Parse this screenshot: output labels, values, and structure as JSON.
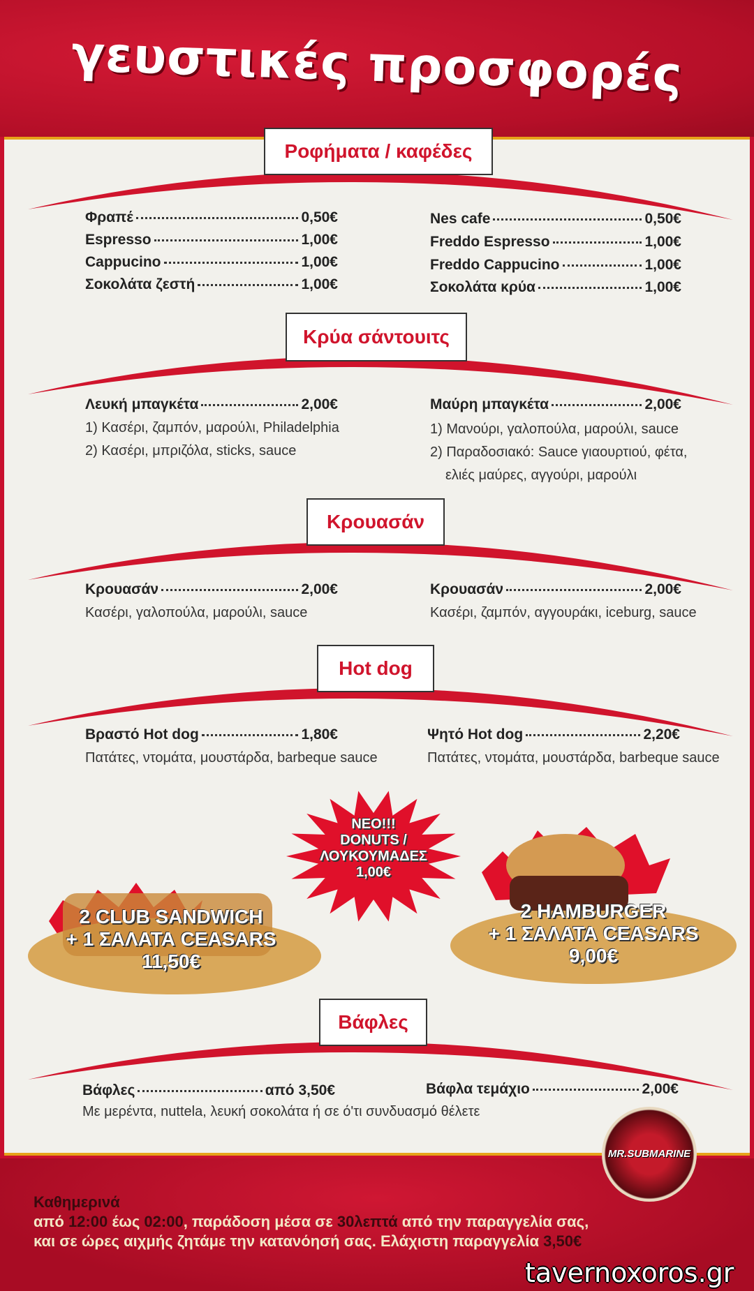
{
  "title": "γευστικές προσφορές",
  "sections": {
    "coffee": {
      "heading": "Ροφήματα / καφέδες",
      "left": [
        {
          "name": "Φραπέ",
          "price": "0,50€"
        },
        {
          "name": "Espresso",
          "price": "1,00€"
        },
        {
          "name": "Cappucino",
          "price": "1,00€"
        },
        {
          "name": "Σοκολάτα ζεστή",
          "price": "1,00€"
        }
      ],
      "right": [
        {
          "name": "Nes cafe",
          "price": "0,50€"
        },
        {
          "name": "Freddo Espresso",
          "price": "1,00€"
        },
        {
          "name": "Freddo Cappucino",
          "price": "1,00€"
        },
        {
          "name": "Σοκολάτα κρύα",
          "price": "1,00€"
        }
      ]
    },
    "sandwiches": {
      "heading": "Κρύα σάντουιτς",
      "left": {
        "name": "Λευκή μπαγκέτα",
        "price": "2,00€",
        "desc": [
          "1) Κασέρι, ζαμπόν, μαρούλι, Philadelphia",
          "2) Κασέρι, μπριζόλα, sticks, sauce"
        ]
      },
      "right": {
        "name": "Μαύρη μπαγκέτα",
        "price": "2,00€",
        "desc": [
          "1) Μανούρι, γαλοπούλα, μαρούλι, sauce",
          "2) Παραδοσιακό: Sauce γιαουρτιού, φέτα,",
          "ελιές μαύρες, αγγούρι, μαρούλι"
        ]
      }
    },
    "croissant": {
      "heading": "Κρουασάν",
      "left": {
        "name": "Κρουασάν",
        "price": "2,00€",
        "desc": "Κασέρι, γαλοπούλα, μαρούλι, sauce"
      },
      "right": {
        "name": "Κρουασάν",
        "price": "2,00€",
        "desc": "Κασέρι, ζαμπόν, αγγουράκι, iceburg, sauce"
      }
    },
    "hotdog": {
      "heading": "Hot dog",
      "left": {
        "name": "Βραστό Hot dog",
        "price": "1,80€",
        "desc": "Πατάτες, ντομάτα, μουστάρδα, barbeque sauce"
      },
      "right": {
        "name": "Ψητό Hot dog",
        "price": "2,20€",
        "desc": "Πατάτες, ντομάτα, μουστάρδα, barbeque sauce"
      }
    },
    "waffles": {
      "heading": "Βάφλες",
      "left": {
        "name": "Βάφλες",
        "price": "από 3,50€",
        "desc": "Με μερέντα, nuttela, λευκή σοκολάτα ή σε ό'τι συνδυασμό θέλετε"
      },
      "right": {
        "name": "Βάφλα τεμάχιο",
        "price": "2,00€"
      }
    }
  },
  "promos": {
    "club": [
      "2 CLUB SANDWICH",
      "+ 1 ΣΑΛΑΤΑ CEASARS",
      "11,50€"
    ],
    "donuts": [
      "NEO!!!",
      "DONUTS /",
      "ΛΟΥΚΟΥΜΑΔΕΣ",
      "1,00€"
    ],
    "burger": [
      "2 HAMBURGER",
      "+ 1 ΣΑΛΑΤΑ CEASARS",
      "9,00€"
    ]
  },
  "logo": "MR.SUBMARINE",
  "footer": {
    "daily": "Καθημερινά",
    "l2a": "από",
    "open": "12:00",
    "l2b": "έως",
    "close": "02:00",
    "l2c": ", παράδοση μέσα σε",
    "time": "30λεπτά",
    "l2d": "από την παραγγελία σας,",
    "l3": "και σε ώρες αιχμής ζητάμε την κατανόησή σας. Ελάχιστη παραγγελία",
    "min": "3,50€"
  },
  "watermark": "tavernoxoros.gr",
  "colors": {
    "red": "#c8102e",
    "gold": "#e6a21a",
    "cream": "#f2f1ec"
  }
}
